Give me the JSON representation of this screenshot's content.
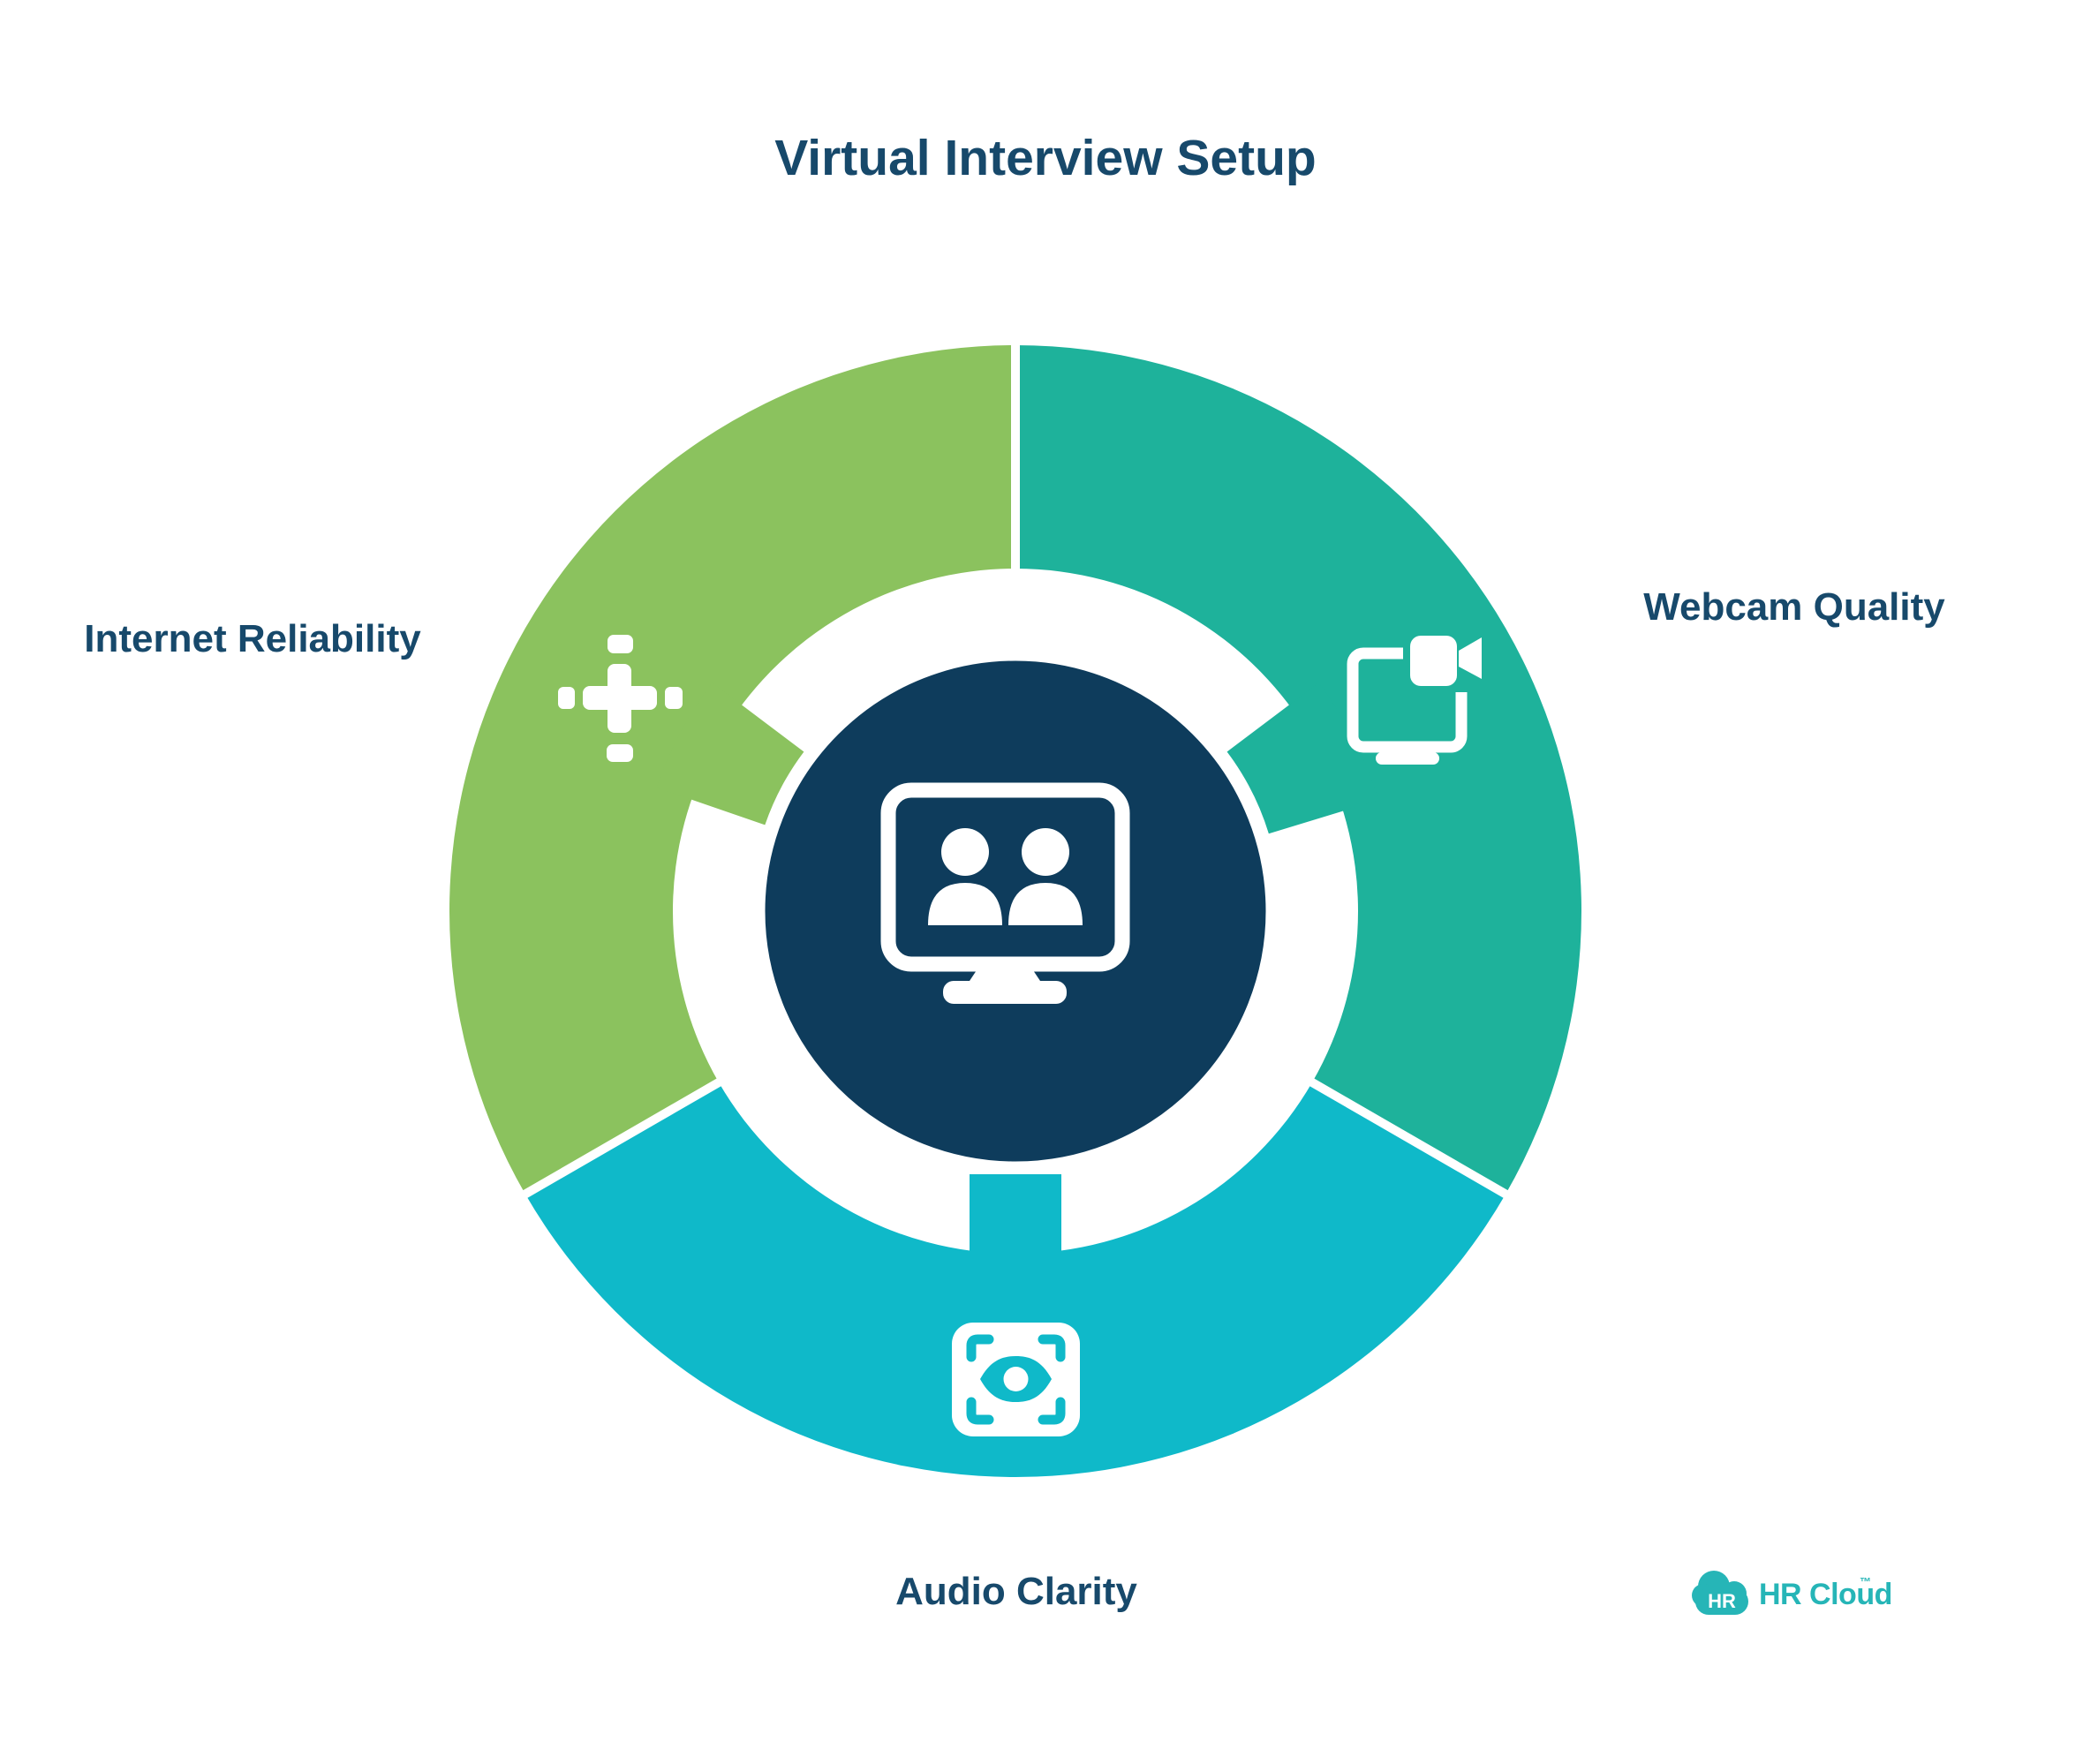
{
  "title": "Virtual Interview Setup",
  "diagram": {
    "type": "cycle",
    "center": {
      "icon": "video-call-monitor-icon",
      "color": "#0E3C5C"
    },
    "segments": [
      {
        "label": "Internet Reliability",
        "color": "#8BC25E",
        "icon": "network-hub-plus-icon",
        "position": "upper-left"
      },
      {
        "label": "Webcam Quality",
        "color": "#1EB29B",
        "icon": "monitor-video-camera-icon",
        "position": "right"
      },
      {
        "label": "Audio Clarity",
        "color": "#0FB9C9",
        "icon": "eye-scan-icon",
        "position": "bottom"
      }
    ]
  },
  "colors": {
    "background": "#FFFFFF",
    "text": "#17496B",
    "navy": "#0E3C5C",
    "green": "#8BC25E",
    "teal": "#1EB29B",
    "cyan": "#0FB9C9",
    "white": "#FFFFFF",
    "logo": "#26B5B7"
  },
  "logo": {
    "badge": "HR",
    "brand": "HR Cloud",
    "trademark": "™"
  }
}
